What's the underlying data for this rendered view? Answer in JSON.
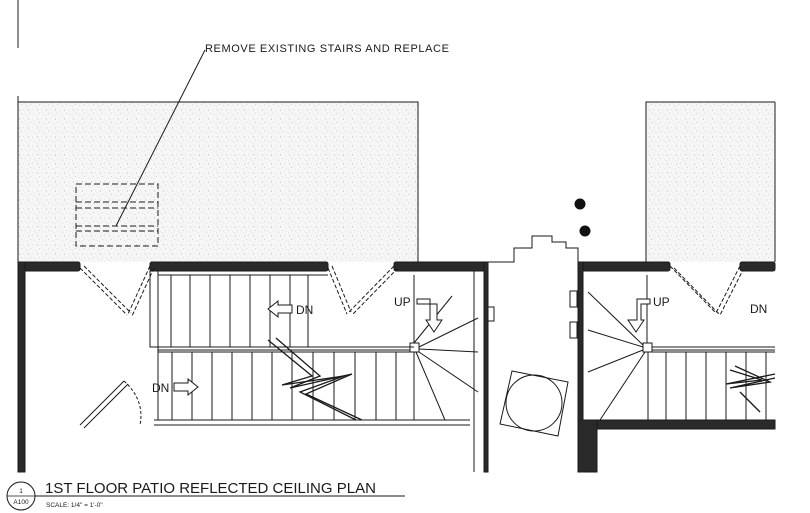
{
  "annotations": {
    "remove_stairs": "REMOVE EXISTING STAIRS AND REPLACE"
  },
  "labels": {
    "dn_upper_left": "DN",
    "dn_lower_left": "DN",
    "up_left": "UP",
    "up_right": "UP",
    "dn_right": "DN"
  },
  "title_block": {
    "title": "1ST FLOOR PATIO REFLECTED CEILING PLAN",
    "scale": "SCALE: 1/4\" = 1'-0\"",
    "detail_number": "1",
    "sheet_number": "A100"
  },
  "colors": {
    "line": "#1a1a1a",
    "stipple_fill": "#f4f4f4",
    "wall_fill": "#2a2a2a"
  }
}
